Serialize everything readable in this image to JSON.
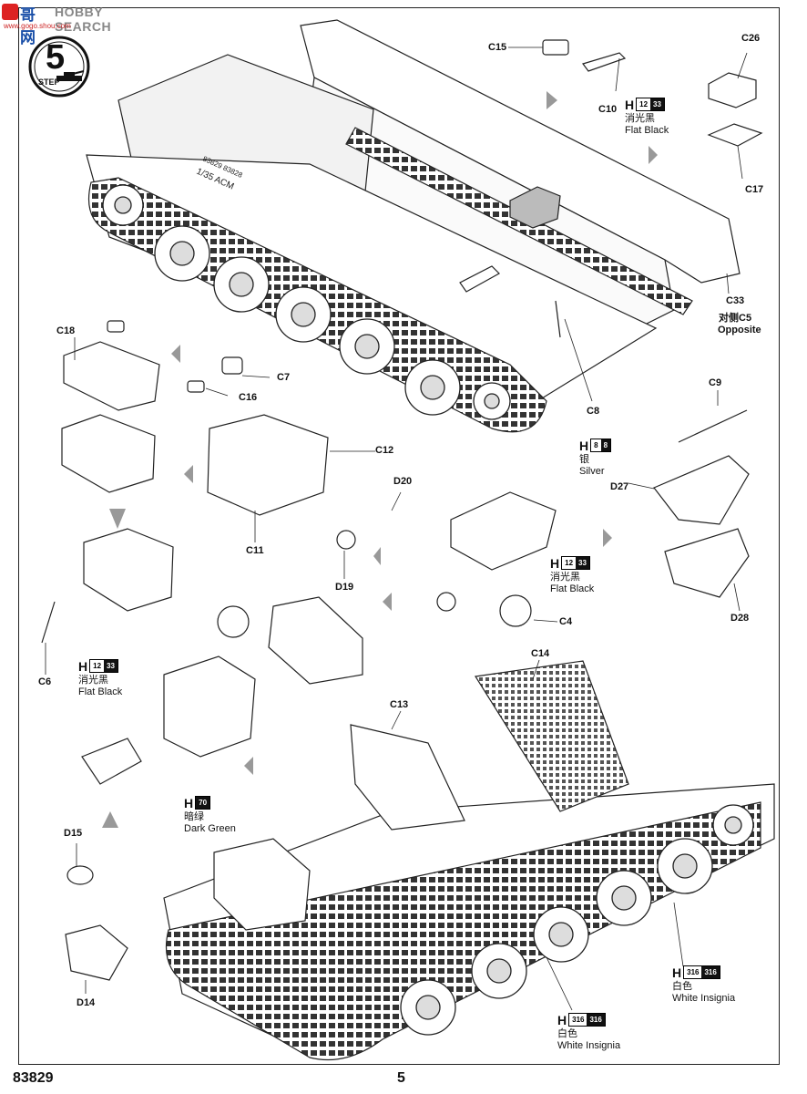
{
  "watermark": {
    "cn": "哥网",
    "en": "HOBBY SEARCH",
    "url": "www.gogo.shou.com"
  },
  "step": {
    "number": "5",
    "label": "STEP"
  },
  "parts": {
    "c15": "C15",
    "c10": "C10",
    "c26": "C26",
    "c17": "C17",
    "c33": "C33",
    "c33_note_cn": "对侧C5",
    "c33_note_en": "Opposite",
    "c18": "C18",
    "c7": "C7",
    "c16": "C16",
    "c12": "C12",
    "c11": "C11",
    "c8": "C8",
    "c9": "C9",
    "d27": "D27",
    "d28": "D28",
    "d20": "D20",
    "d19": "D19",
    "c4": "C4",
    "c6": "C6",
    "c13": "C13",
    "c14": "C14",
    "d15": "D15",
    "d14": "D14"
  },
  "hull_marking": "1/35 ACM",
  "hull_marking2": "83829 83828",
  "paints": [
    {
      "id": "flat-black-1",
      "h": "H",
      "code_white": "12",
      "code_black": "33",
      "cn": "消光黑",
      "en": "Flat Black"
    },
    {
      "id": "silver",
      "h": "H",
      "code_white": "8",
      "code_black": "8",
      "cn": "银",
      "en": "Silver"
    },
    {
      "id": "flat-black-2",
      "h": "H",
      "code_white": "12",
      "code_black": "33",
      "cn": "消光黑",
      "en": "Flat Black"
    },
    {
      "id": "flat-black-3",
      "h": "H",
      "code_white": "12",
      "code_black": "33",
      "cn": "消光黑",
      "en": "Flat Black"
    },
    {
      "id": "dark-green",
      "h": "H",
      "code_white": "",
      "code_black": "70",
      "cn": "暗绿",
      "en": "Dark Green"
    },
    {
      "id": "white-insignia-1",
      "h": "H",
      "code_white": "316",
      "code_black": "316",
      "cn": "白色",
      "en": "White Insignia"
    },
    {
      "id": "white-insignia-2",
      "h": "H",
      "code_white": "316",
      "code_black": "316",
      "cn": "白色",
      "en": "White Insignia"
    }
  ],
  "footer": {
    "kit_number": "83829",
    "page_number": "5"
  }
}
